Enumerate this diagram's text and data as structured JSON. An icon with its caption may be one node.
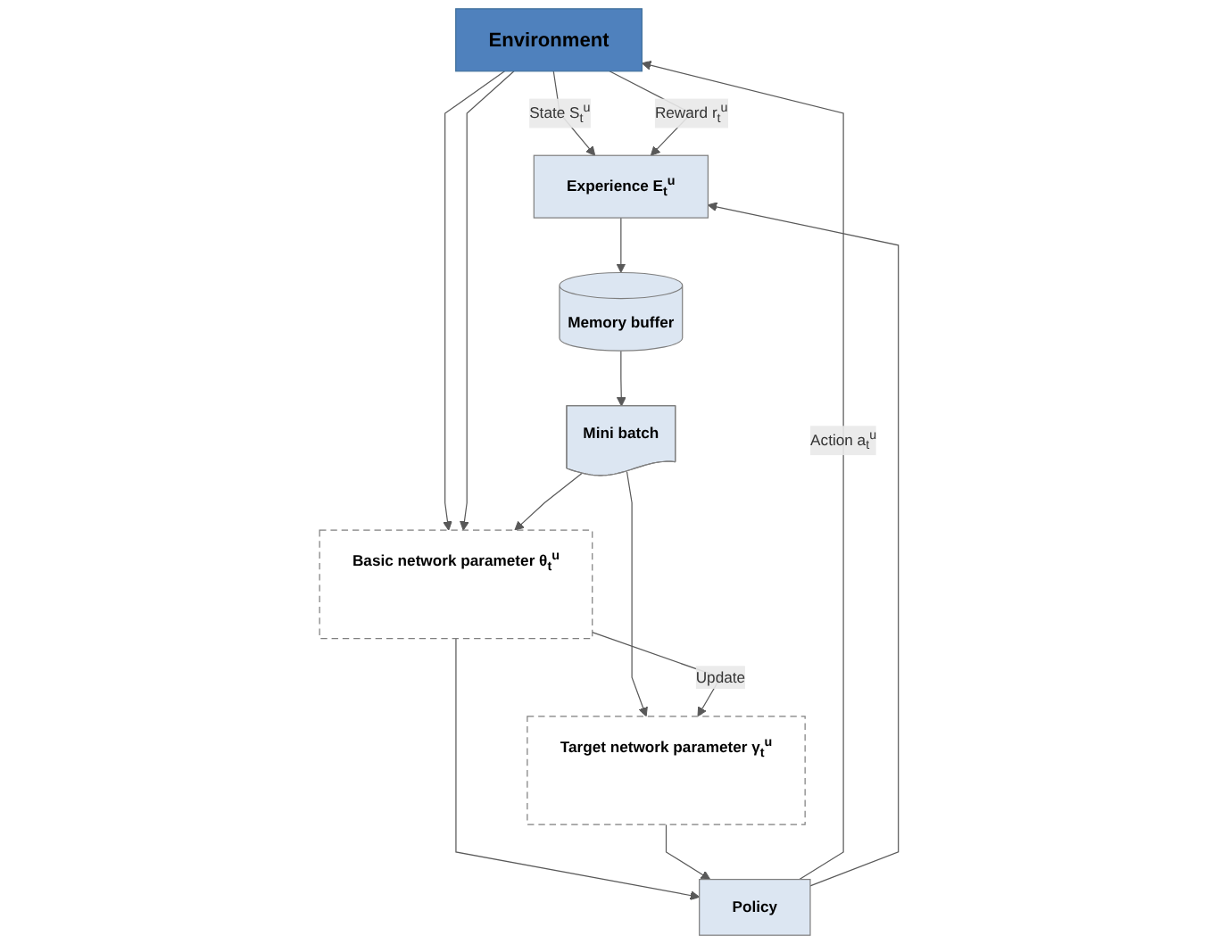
{
  "diagram": {
    "nodes": [
      {
        "text": [
          "Environment"
        ]
      },
      {
        "text": [
          "Experience E$_{t}$$^{u}$"
        ]
      },
      {
        "text": [
          "Basic network parameter θ$_{t}$$^{u}$"
        ]
      },
      {
        "text": [
          "Memory buffer"
        ]
      },
      {
        "text": [
          "Mini batch"
        ]
      },
      {
        "text": [
          "Target network parameter γ$_{t}$$^{u}$"
        ]
      },
      {
        "text": [
          "Policy"
        ]
      }
    ],
    "edges": [
      {
        "from": 0,
        "to": 1,
        "arrow": "to",
        "label": "State S$_{t}$$^{u}$"
      },
      {
        "from": 0,
        "to": 2,
        "arrow": "to"
      },
      {
        "from": 0,
        "to": 1,
        "arrow": "to",
        "label": "Reward r$_{t}$$^{u}$"
      },
      {
        "from": 0,
        "to": 2,
        "arrow": "to"
      },
      {
        "from": 6,
        "to": 0,
        "arrow": "to",
        "label": "Action a$_{t}$$^{u}$"
      },
      {
        "from": 6,
        "to": 1,
        "arrow": "to"
      },
      {
        "from": 1,
        "to": 3,
        "arrow": "to"
      },
      {
        "from": 3,
        "to": 4,
        "arrow": "to"
      },
      {
        "from": 4,
        "to": 2,
        "arrow": "to"
      },
      {
        "from": 4,
        "to": 5,
        "arrow": "to"
      },
      {
        "from": 2,
        "to": 5,
        "arrow": "to",
        "label": "Update"
      },
      {
        "from": 2,
        "to": 6,
        "arrow": "to"
      },
      {
        "from": 5,
        "to": 6,
        "arrow": "to"
      }
    ]
  }
}
